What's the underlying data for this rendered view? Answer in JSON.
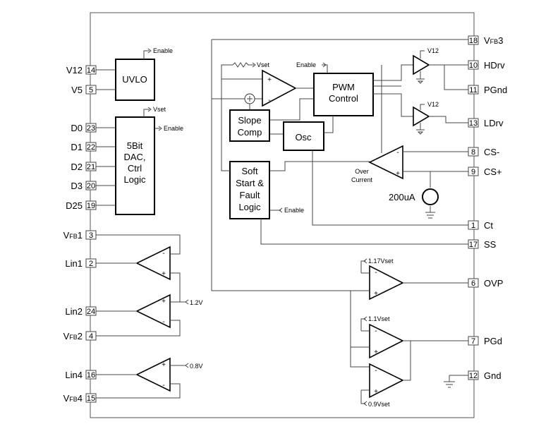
{
  "pins_left": [
    {
      "name": "V12",
      "num": "14"
    },
    {
      "name": "V5",
      "num": "5"
    },
    {
      "name": "D0",
      "num": "23"
    },
    {
      "name": "D1",
      "num": "22"
    },
    {
      "name": "D2",
      "num": "21"
    },
    {
      "name": "D3",
      "num": "20"
    },
    {
      "name": "D25",
      "num": "19"
    },
    {
      "name": "VFB1",
      "num": "3"
    },
    {
      "name": "Lin1",
      "num": "2"
    },
    {
      "name": "Lin2",
      "num": "24"
    },
    {
      "name": "VFB2",
      "num": "4"
    },
    {
      "name": "Lin4",
      "num": "16"
    },
    {
      "name": "VFB4",
      "num": "15"
    }
  ],
  "pins_right": [
    {
      "name": "VFB3",
      "num": "18"
    },
    {
      "name": "HDrv",
      "num": "10"
    },
    {
      "name": "PGnd",
      "num": "11"
    },
    {
      "name": "LDrv",
      "num": "13"
    },
    {
      "name": "CS-",
      "num": "8"
    },
    {
      "name": "CS+",
      "num": "9"
    },
    {
      "name": "Ct",
      "num": "1"
    },
    {
      "name": "SS",
      "num": "17"
    },
    {
      "name": "OVP",
      "num": "6"
    },
    {
      "name": "PGd",
      "num": "7"
    },
    {
      "name": "Gnd",
      "num": "12"
    }
  ],
  "blocks": {
    "uvlo": "UVLO",
    "dac": [
      "5Bit",
      "DAC,",
      "Ctrl",
      "Logic"
    ],
    "pwm": [
      "PWM",
      "Control"
    ],
    "slope": [
      "Slope",
      "Comp"
    ],
    "osc": "Osc",
    "softstart": [
      "Soft",
      "Start &",
      "Fault",
      "Logic"
    ]
  },
  "labels": {
    "enable": "Enable",
    "vset": "Vset",
    "v12": "V12",
    "over_current": [
      "Over",
      "Current"
    ],
    "current_source": "200uA",
    "ref_1v2": "1.2V",
    "ref_0v8": "0.8V",
    "ref_117": "1.17Vset",
    "ref_11": "1.1Vset",
    "ref_09": "0.9Vset",
    "plus": "+",
    "minus": "-"
  }
}
